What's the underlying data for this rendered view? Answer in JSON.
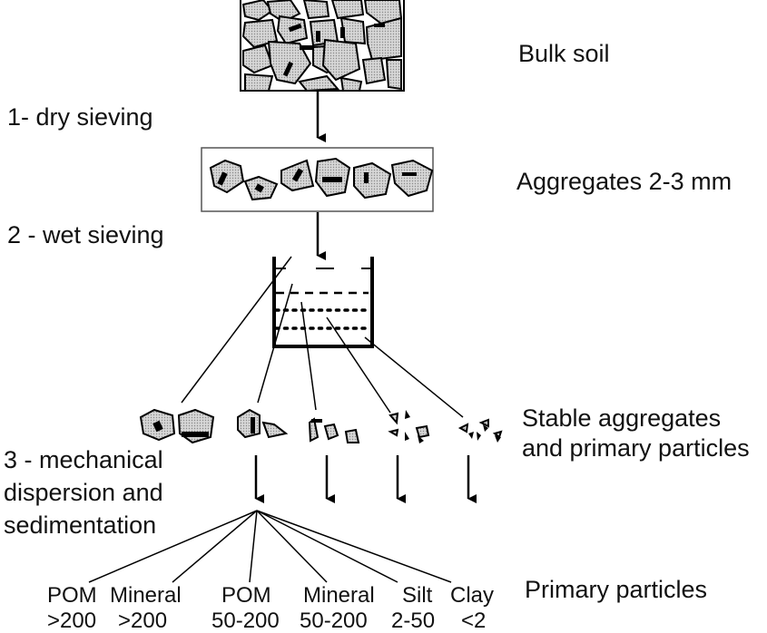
{
  "diagram": {
    "stages": {
      "bulk_soil": "Bulk soil",
      "aggregates": "Aggregates 2-3 mm",
      "stable_aggregates_line1": "Stable aggregates",
      "stable_aggregates_line2": "and primary particles",
      "primary_particles": "Primary particles"
    },
    "steps": {
      "step1": "1- dry sieving",
      "step2": "2 - wet sieving",
      "step3_line1": "3 - mechanical",
      "step3_line2": "dispersion and",
      "step3_line3": "sedimentation"
    },
    "fractions": [
      {
        "name": "POM",
        "size": ">200"
      },
      {
        "name": "Mineral",
        "size": ">200"
      },
      {
        "name": "POM",
        "size": "50-200"
      },
      {
        "name": "Mineral",
        "size": "50-200"
      },
      {
        "name": "Silt",
        "size": "2-50"
      },
      {
        "name": "Clay",
        "size": "<2"
      }
    ]
  }
}
